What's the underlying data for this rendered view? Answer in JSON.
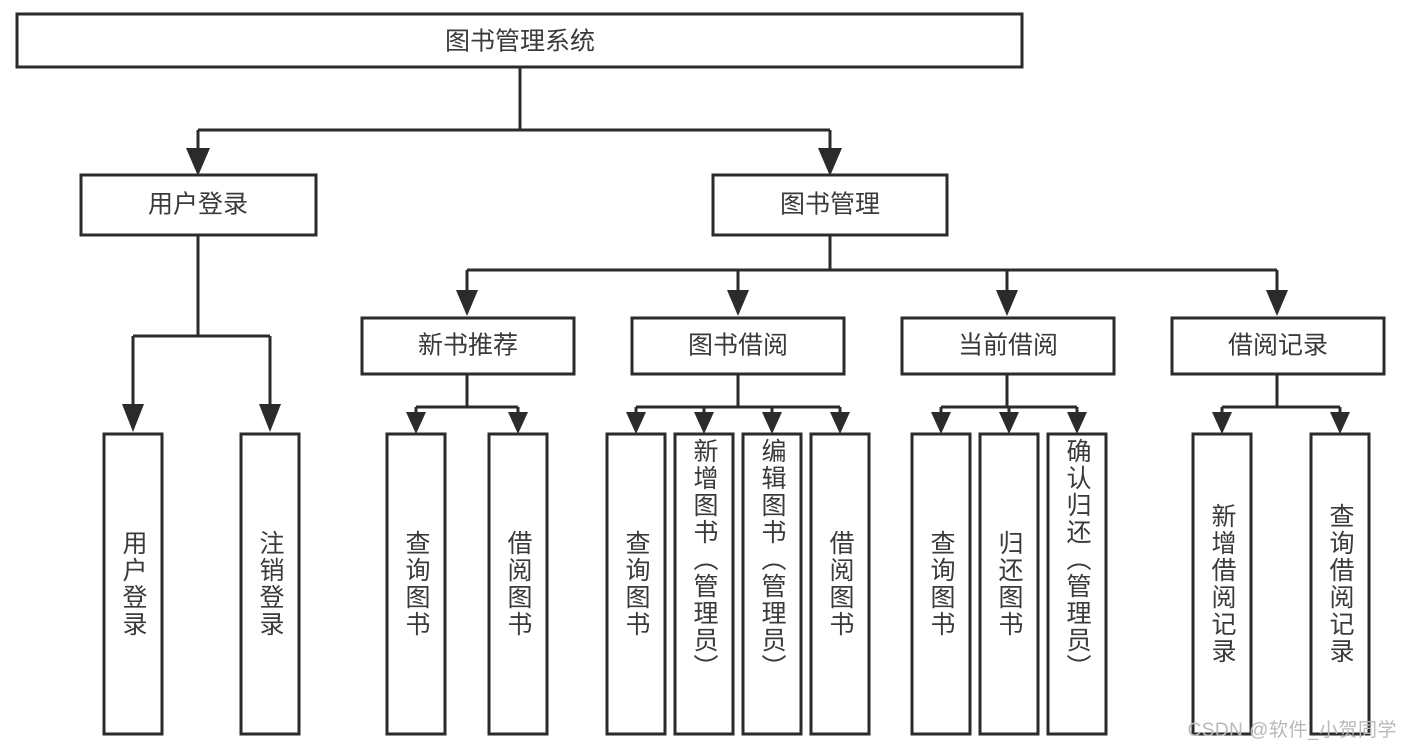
{
  "diagram": {
    "title": "图书管理系统",
    "type": "tree-hierarchy",
    "watermark": "CSDN @软件_小贺同学",
    "colors": {
      "stroke": "#2b2b2b",
      "text": "#3a3a3a",
      "background": "#ffffff",
      "watermark": "#b9b9b9"
    },
    "nodes": {
      "root": {
        "label": "图书管理系统"
      },
      "level1": [
        {
          "id": "user-login",
          "label": "用户登录"
        },
        {
          "id": "book-management",
          "label": "图书管理"
        }
      ],
      "level2": [
        {
          "id": "new-book-recommend",
          "label": "新书推荐"
        },
        {
          "id": "book-borrow",
          "label": "图书借阅"
        },
        {
          "id": "current-borrow",
          "label": "当前借阅"
        },
        {
          "id": "borrow-record",
          "label": "借阅记录"
        }
      ],
      "leaves": {
        "user-login": [
          {
            "id": "leaf-user-login",
            "label": "用户登录"
          },
          {
            "id": "leaf-logout-login",
            "label": "注销登录"
          }
        ],
        "new-book-recommend": [
          {
            "id": "leaf-query-book-1",
            "label": "查询图书"
          },
          {
            "id": "leaf-borrow-book-1",
            "label": "借阅图书"
          }
        ],
        "book-borrow": [
          {
            "id": "leaf-query-book-2",
            "label": "查询图书"
          },
          {
            "id": "leaf-add-book",
            "label": "新增图书（管理员）"
          },
          {
            "id": "leaf-edit-book",
            "label": "编辑图书（管理员）"
          },
          {
            "id": "leaf-borrow-book-2",
            "label": "借阅图书"
          }
        ],
        "current-borrow": [
          {
            "id": "leaf-query-book-3",
            "label": "查询图书"
          },
          {
            "id": "leaf-return-book",
            "label": "归还图书"
          },
          {
            "id": "leaf-confirm-return",
            "label": "确认归还（管理员）"
          }
        ],
        "borrow-record": [
          {
            "id": "leaf-add-record",
            "label": "新增借阅记录"
          },
          {
            "id": "leaf-query-record",
            "label": "查询借阅记录"
          }
        ]
      }
    }
  }
}
